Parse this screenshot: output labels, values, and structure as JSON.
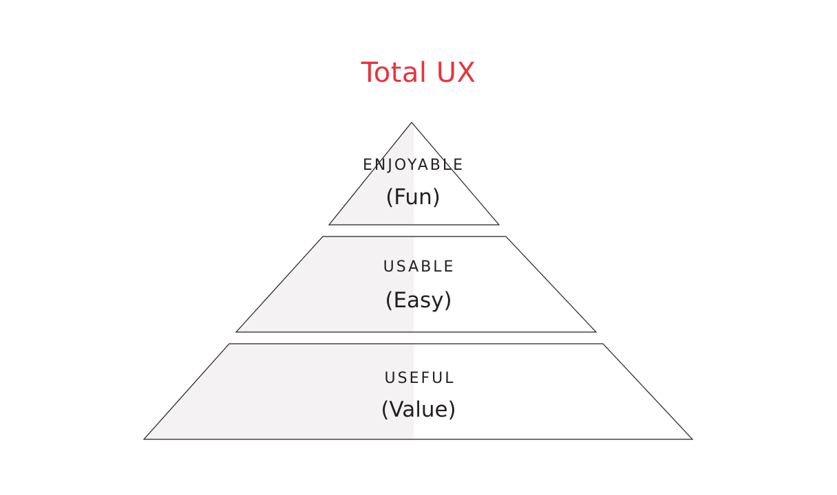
{
  "title": "Total UX",
  "tiers": [
    {
      "name": "ENJOYABLE",
      "sub": "(Fun)"
    },
    {
      "name": "USABLE",
      "sub": "(Easy)"
    },
    {
      "name": "USEFUL",
      "sub": "(Value)"
    }
  ],
  "colors": {
    "title": "#e8333c",
    "text": "#231f1f",
    "stroke": "#231f1f",
    "fill_left": "#f4f2f2",
    "fill_right": "#ffffff"
  }
}
